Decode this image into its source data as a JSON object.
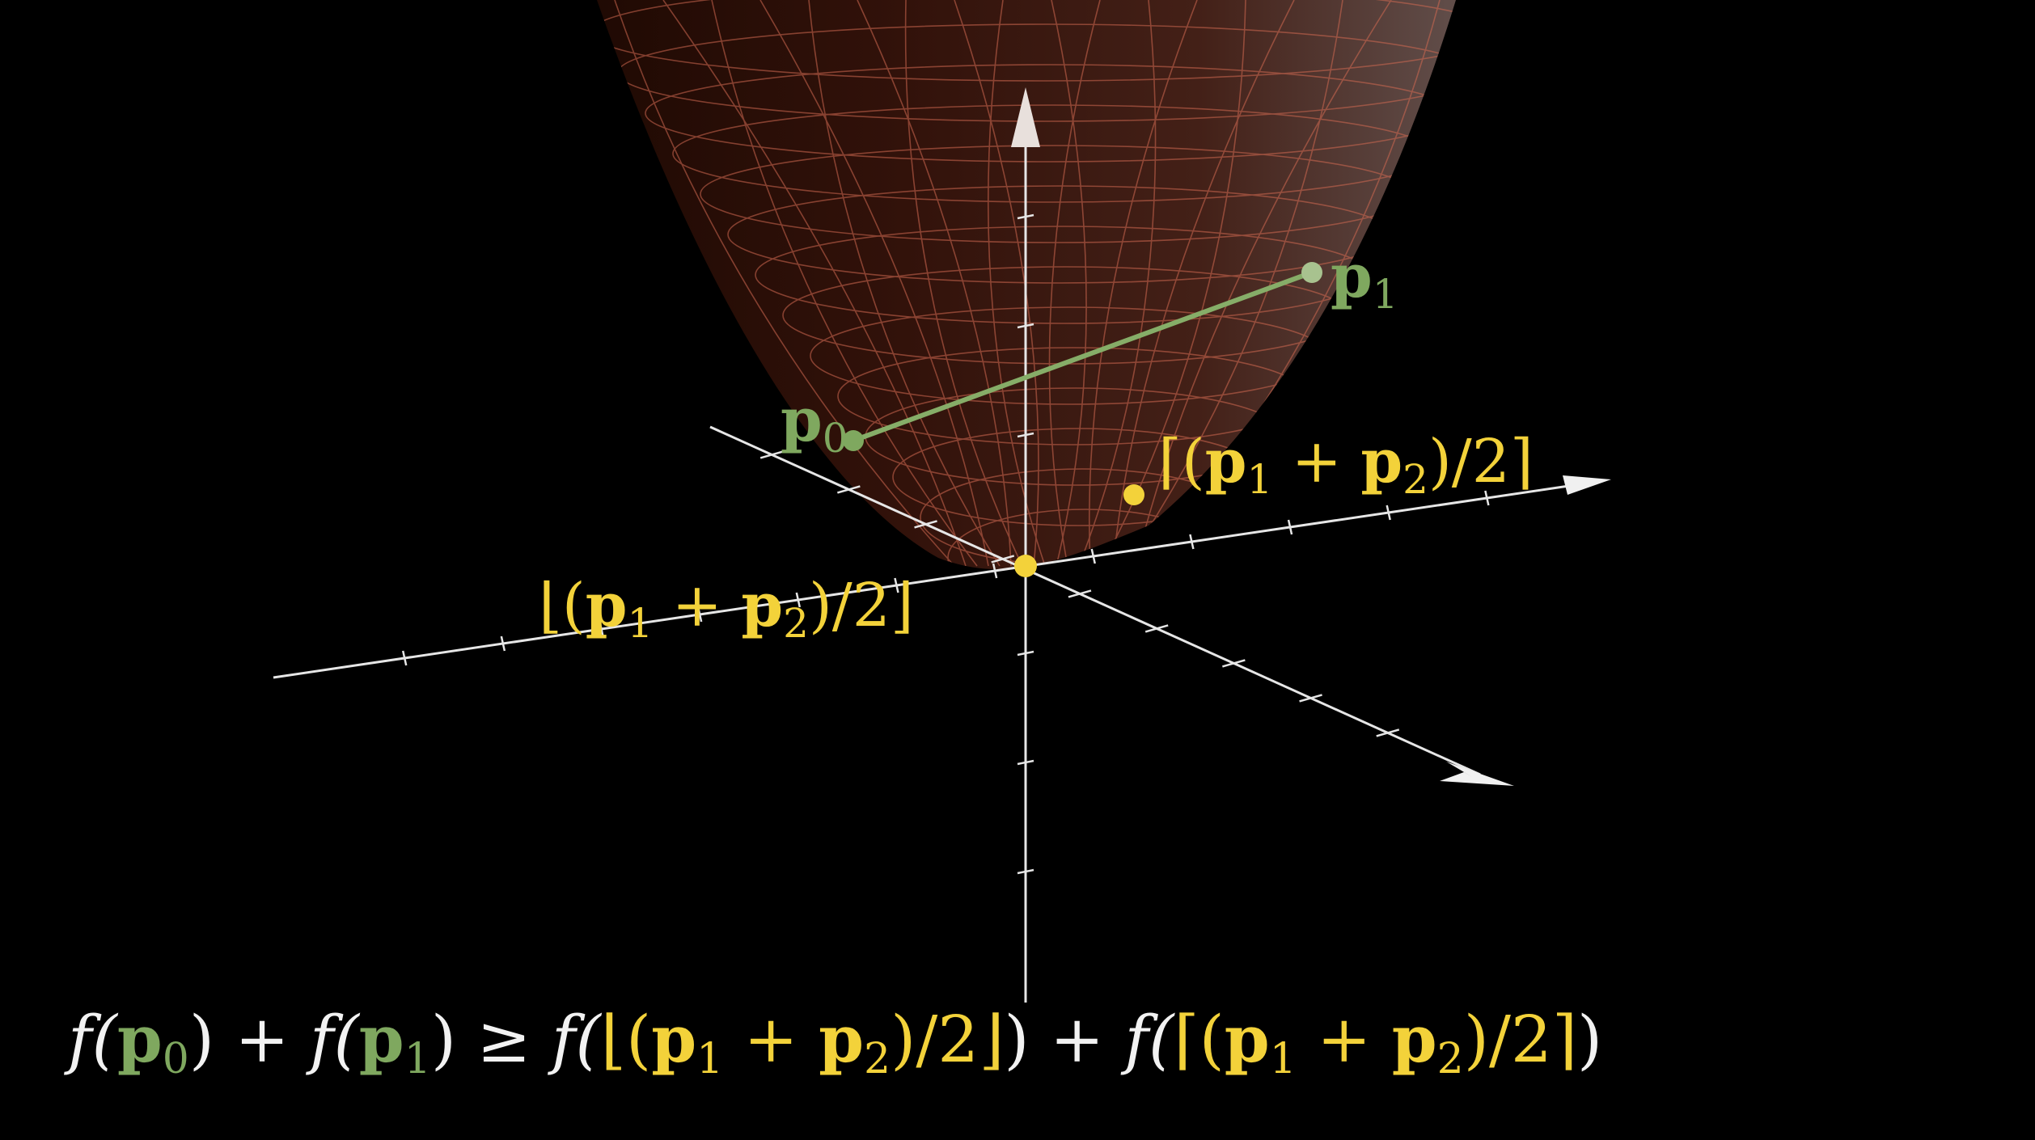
{
  "colors": {
    "background": "#000000",
    "surface": "#a8503a",
    "axes": "#e6e6e6",
    "segment": "#86ad68",
    "green_label": "#7fa85f",
    "yellow": "#f3d23a",
    "formula_text": "#f2f2f2"
  },
  "labels": {
    "p0": {
      "base": "p",
      "sub": "0"
    },
    "p1": {
      "base": "p",
      "sub": "1"
    },
    "ceil_point": {
      "open": "⌈(",
      "b1": "p",
      "s1": "1",
      "plus": " + ",
      "b2": "p",
      "s2": "2",
      "close": ")/2⌉"
    },
    "floor_point": {
      "open": "⌊(",
      "b1": "p",
      "s1": "1",
      "plus": " + ",
      "b2": "p",
      "s2": "2",
      "close": ")/2⌋"
    }
  },
  "formula": {
    "t1": "f(",
    "p0b": "p",
    "p0s": "0",
    "t2": ") + ",
    "t3": "f(",
    "p1b": "p",
    "p1s": "1",
    "t4": ") ≥ ",
    "t5": "f(",
    "fl_open": "⌊(",
    "fl_b1": "p",
    "fl_s1": "1",
    "fl_plus": " + ",
    "fl_b2": "p",
    "fl_s2": "2",
    "fl_close": ")/2⌋",
    "t6": ") + ",
    "t7": "f(",
    "ce_open": "⌈(",
    "ce_b1": "p",
    "ce_s1": "1",
    "ce_plus": " + ",
    "ce_b2": "p",
    "ce_s2": "2",
    "ce_close": ")/2⌉",
    "t8": ")"
  }
}
